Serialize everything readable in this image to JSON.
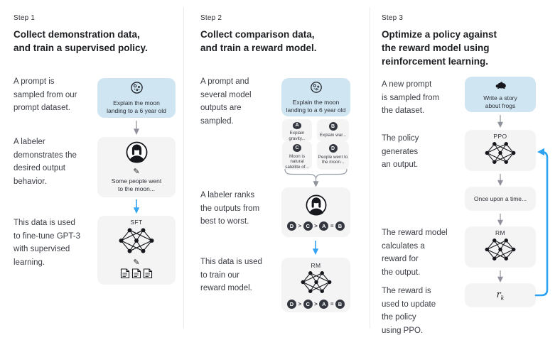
{
  "colors": {
    "prompt_box_bg": "#cfe5f2",
    "model_box_bg": "#f4f4f4",
    "blue_arrow": "#35a4f2",
    "feedback_arrow": "#2ba2f2",
    "gray_arrow": "#9096a0",
    "dark_badge": "#353740",
    "headline_text": "#1c1e22",
    "body_text": "#3a3d44"
  },
  "columns": [
    {
      "step_label": "Step 1",
      "headline": "Collect demonstration data,\nand train a supervised policy.",
      "captions": [
        "A prompt is\nsampled from our\nprompt dataset.",
        "A labeler\ndemonstrates the\ndesired output\nbehavior.",
        "This data is used\nto fine-tune GPT-3\nwith supervised\nlearning."
      ],
      "prompt_box_text": "Explain the moon\nlanding to a 6 year old",
      "labeler_box_text": "Some people went\nto the moon...",
      "model_box_title": "SFT",
      "pencil_glyph": "✎"
    },
    {
      "step_label": "Step 2",
      "headline": "Collect comparison data,\nand train a reward model.",
      "captions": [
        "A prompt and\nseveral model\noutputs are\nsampled.",
        "A labeler ranks\nthe outputs from\nbest to worst.",
        "This data is used\nto train our\nreward model."
      ],
      "prompt_box_text": "Explain the moon\nlanding to a 6 year old",
      "outputs": [
        {
          "letter": "A",
          "label": "Explain gravity..."
        },
        {
          "letter": "B",
          "label": "Explain war..."
        },
        {
          "letter": "C",
          "label": "Moon is natural\nsatellite of..."
        },
        {
          "letter": "D",
          "label": "People went to\nthe moon..."
        }
      ],
      "ranking": {
        "letters": [
          "D",
          "C",
          "A",
          "B"
        ],
        "separators": [
          ">",
          ">",
          "="
        ],
        "as_text": "D > C > A = B"
      },
      "model_box_title": "RM"
    },
    {
      "step_label": "Step 3",
      "headline": "Optimize a policy against\nthe reward model using\nreinforcement learning.",
      "captions": [
        "A new prompt\nis sampled from\nthe dataset.",
        "The policy\ngenerates\nan output.",
        "The reward model\ncalculates a\nreward for\nthe output.",
        "The reward is\nused to update\nthe policy\nusing PPO."
      ],
      "prompt_box_text": "Write a story\nabout frogs",
      "policy_box_title": "PPO",
      "output_box_text": "Once upon a time...",
      "rm_box_title": "RM",
      "reward_symbol": {
        "base": "r",
        "subscript": "k"
      }
    }
  ]
}
